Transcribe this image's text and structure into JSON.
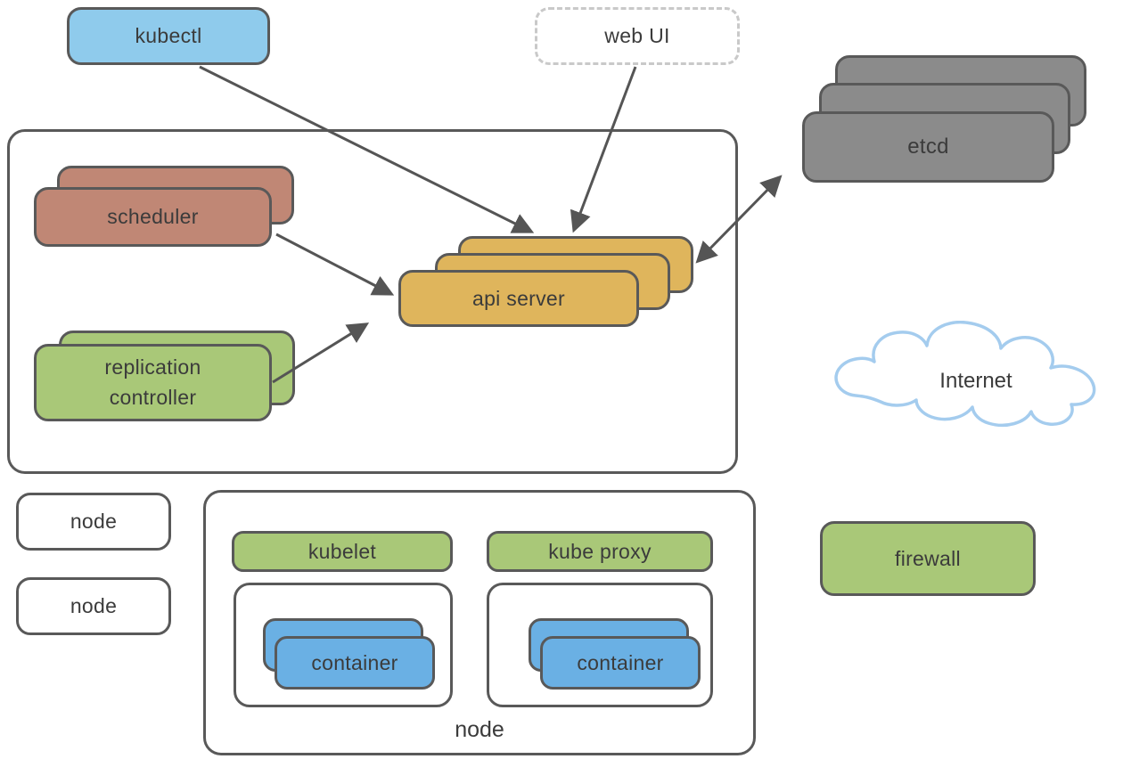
{
  "diagram_title": "Kubernetes architecture diagram",
  "colors": {
    "border": "#595959",
    "text": "#3b3b3b",
    "blue": "#8FCBEC",
    "container_blue": "#6AB0E4",
    "green": "#A9C878",
    "gold": "#DFB55C",
    "brown": "#C08775",
    "gray": "#8B8B8B",
    "dashed_border": "#c9c9c9",
    "cloud_stroke": "#A4CCEE",
    "arrow": "#555555"
  },
  "labels": {
    "kubectl": "kubectl",
    "web_ui": "web UI",
    "etcd": "etcd",
    "scheduler": "scheduler",
    "replication_line1": "replication",
    "replication_line2": "controller",
    "api_server": "api server",
    "internet": "Internet",
    "node_left_1": "node",
    "node_left_2": "node",
    "kubelet": "kubelet",
    "kube_proxy": "kube proxy",
    "container_1": "container",
    "container_2": "container",
    "worker_node": "node",
    "firewall": "firewall"
  },
  "arrows": [
    {
      "name": "kubectl-to-api-server",
      "from": "kubectl",
      "to": "api server",
      "double_headed": false
    },
    {
      "name": "web-ui-to-api-server",
      "from": "web UI",
      "to": "api server",
      "double_headed": false
    },
    {
      "name": "scheduler-to-api-server",
      "from": "scheduler",
      "to": "api server",
      "double_headed": false
    },
    {
      "name": "replication-controller-to-api-server",
      "from": "replication controller",
      "to": "api server",
      "double_headed": false
    },
    {
      "name": "api-server-etcd-bidirectional",
      "from": "api server",
      "to": "etcd",
      "double_headed": true
    }
  ]
}
